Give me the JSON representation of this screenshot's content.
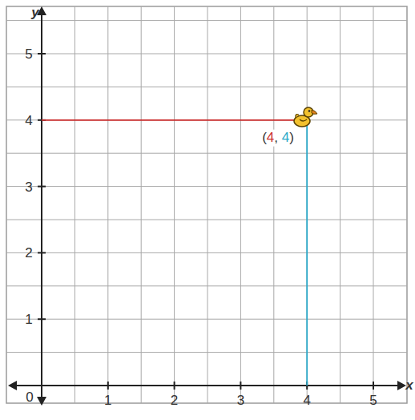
{
  "diagram": {
    "labels": [
      "y",
      "5",
      "4",
      "3",
      "2",
      "1",
      "0",
      "1",
      "2",
      "3",
      "4",
      "5",
      "x",
      "(",
      "4",
      ", ",
      "4",
      ")"
    ]
  }
}
